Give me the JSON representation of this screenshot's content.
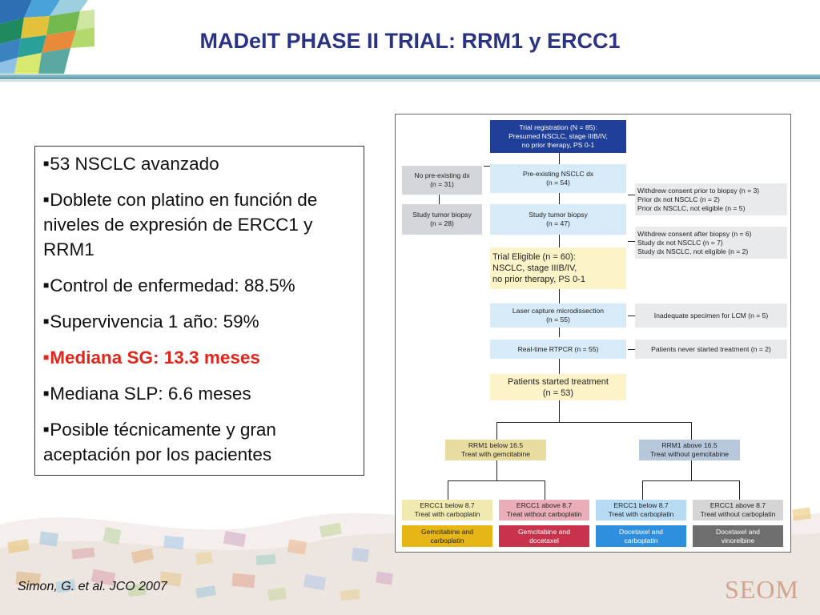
{
  "header": {
    "title": "MADeIT PHASE II TRIAL: RRM1 y ERCC1"
  },
  "bullets": [
    {
      "text": "53 NSCLC avanzado",
      "emphasis": false
    },
    {
      "text": "Doblete con platino en función de niveles de expresión de ERCC1 y RRM1",
      "emphasis": false
    },
    {
      "text": "Control de enfermedad: 88.5%",
      "emphasis": false
    },
    {
      "text": "Supervivencia 1 año: 59%",
      "emphasis": false
    },
    {
      "text": "Mediana SG: 13.3 meses",
      "emphasis": true
    },
    {
      "text": "Mediana SLP: 6.6 meses",
      "emphasis": false
    },
    {
      "text": "Posible técnicamente y gran aceptación por los pacientes",
      "emphasis": false
    }
  ],
  "bullet_marker": "■",
  "flow": {
    "registration": "Trial registration (N = 85):\nPresumed NSCLC, stage IIIB/IV,\nno prior therapy, PS 0-1",
    "no_preexisting": "No pre-existing dx\n(n = 31)",
    "preexisting": "Pre-existing NSCLC dx\n(n = 54)",
    "withdrew_prior": "Withdrew consent prior to biopsy (n = 3)\nPrior dx not NSCLC (n = 2)\nPrior dx NSCLC, not eligible (n = 5)",
    "study_biopsy_left": "Study tumor biopsy\n(n = 28)",
    "study_biopsy_center": "Study tumor biopsy\n(n = 47)",
    "withdrew_after": "Withdrew consent after biopsy (n = 6)\nStudy dx not NSCLC (n = 7)\nStudy dx NSCLC, not eligible (n = 2)",
    "eligible": "Trial Eligible (n = 60):\n   NSCLC, stage IIIB/IV,\n   no prior therapy, PS 0-1",
    "lcm": "Laser capture microdissection\n(n = 55)",
    "inadequate": "Inadequate specimen for LCM (n = 5)",
    "rtpcr": "Real-time RTPCR (n = 55)",
    "never_started": "Patients never started treatment (n = 2)",
    "started": "Patients started treatment\n(n = 53)",
    "rrm1_below": "RRM1 below 16.5\nTreat with gemcitabine",
    "rrm1_above": "RRM1 above 16.5\nTreat without gemcitabine",
    "ercc1_a": "ERCC1 below 8.7\nTreat with carboplatin",
    "ercc1_b": "ERCC1 above 8.7\nTreat without carboplatin",
    "ercc1_c": "ERCC1 below 8.7\nTreat with carboplatin",
    "ercc1_d": "ERCC1 above 8.7\nTreat without carboplatin",
    "arm_a": "Gemcitabine and\ncarboplatin",
    "arm_b": "Gemcitabine and\ndocetaxel",
    "arm_c": "Docetaxel and\ncarboplatin",
    "arm_d": "Docetaxel and\nvinorelbine"
  },
  "colors": {
    "title": "#2a3282",
    "emphasis": "#e0251b",
    "dark_blue": "#1f3f99",
    "light_blue": "#d6eaf7",
    "grey": "#d3d6da",
    "light_grey": "#e9eaec",
    "cream": "#fdf3c8",
    "tan": "#e9dca0",
    "yellow": "#f1eab0",
    "gold": "#e6b617",
    "rose": "#e9aeb8",
    "crimson": "#c8334b",
    "sky": "#b7dbf3",
    "blue": "#2f8fdf",
    "silver": "#d5d5d5",
    "charcoal": "#6e6e6e"
  },
  "footer": {
    "citation": "Simon, G. et al. JCO 2007",
    "logo": "SEOM"
  }
}
